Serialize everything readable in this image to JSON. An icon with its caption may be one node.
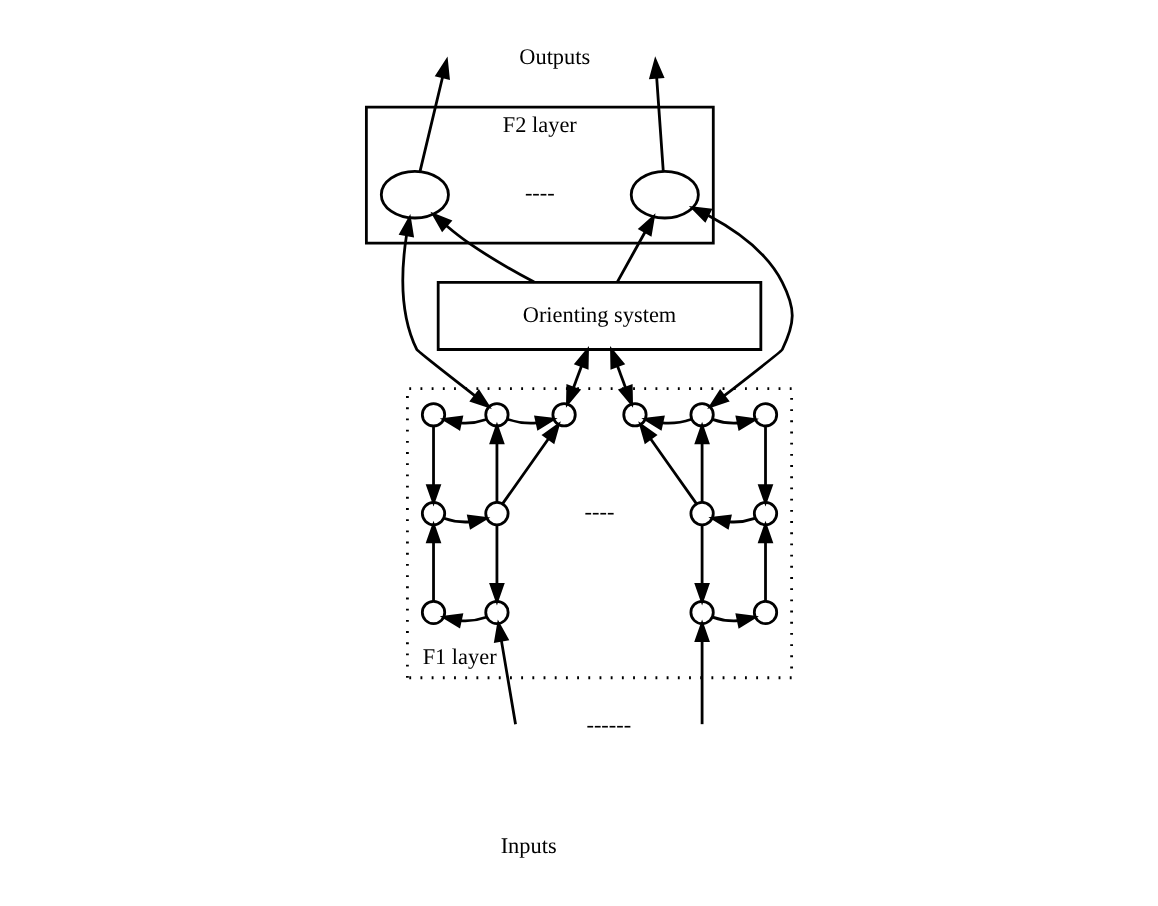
{
  "diagram": {
    "nodes": [
      {
        "text": [
          "F2 layer"
        ]
      },
      {
        "text": [],
        "shape": "ellipse",
        "in": 0
      },
      {
        "text": [],
        "shape": "ellipse",
        "in": 0
      },
      {
        "text": [
          "Orienting system"
        ]
      },
      {
        "text": [
          "F1 layer"
        ]
      },
      {
        "text": [],
        "shape": "circle",
        "in": 4
      },
      {
        "text": [],
        "shape": "circle",
        "in": 4
      },
      {
        "text": [],
        "shape": "circle",
        "in": 4
      },
      {
        "text": [],
        "shape": "circle",
        "in": 4
      },
      {
        "text": [],
        "shape": "circle",
        "in": 4
      },
      {
        "text": [],
        "shape": "circle",
        "in": 4
      },
      {
        "text": [],
        "shape": "circle",
        "in": 4
      },
      {
        "text": [],
        "shape": "circle",
        "in": 4
      },
      {
        "text": [],
        "shape": "circle",
        "in": 4
      },
      {
        "text": [],
        "shape": "circle",
        "in": 4
      },
      {
        "text": [],
        "shape": "circle",
        "in": 4
      },
      {
        "text": [],
        "shape": "circle",
        "in": 4
      },
      {
        "text": [],
        "shape": "circle",
        "in": 4
      },
      {
        "text": [],
        "shape": "circle",
        "in": 4
      }
    ],
    "edges": [
      {
        "from": 1,
        "to": null,
        "arrow": "to"
      },
      {
        "from": 2,
        "to": null,
        "arrow": "to"
      },
      {
        "from": 3,
        "to": 1,
        "arrow": "to"
      },
      {
        "from": 3,
        "to": 2,
        "arrow": "to"
      },
      {
        "from": 6,
        "to": 1,
        "arrow": "both"
      },
      {
        "from": 13,
        "to": 2,
        "arrow": "both"
      },
      {
        "from": 7,
        "to": 3,
        "arrow": "both"
      },
      {
        "from": 12,
        "to": 3,
        "arrow": "both"
      },
      {
        "from": 6,
        "to": 5,
        "arrow": "to"
      },
      {
        "from": 6,
        "to": 7,
        "arrow": "to"
      },
      {
        "from": 5,
        "to": 8,
        "arrow": "to"
      },
      {
        "from": 8,
        "to": 9,
        "arrow": "to"
      },
      {
        "from": 9,
        "to": 6,
        "arrow": "to"
      },
      {
        "from": 9,
        "to": 7,
        "arrow": "to"
      },
      {
        "from": 9,
        "to": 11,
        "arrow": "to"
      },
      {
        "from": 10,
        "to": 8,
        "arrow": "to"
      },
      {
        "from": 11,
        "to": 10,
        "arrow": "to"
      },
      {
        "from": null,
        "to": 11,
        "arrow": "to"
      },
      {
        "from": 13,
        "to": 12,
        "arrow": "to"
      },
      {
        "from": 13,
        "to": 14,
        "arrow": "to"
      },
      {
        "from": 14,
        "to": 16,
        "arrow": "to"
      },
      {
        "from": 16,
        "to": 15,
        "arrow": "to"
      },
      {
        "from": 15,
        "to": 13,
        "arrow": "to"
      },
      {
        "from": 15,
        "to": 12,
        "arrow": "to"
      },
      {
        "from": 15,
        "to": 17,
        "arrow": "to"
      },
      {
        "from": 18,
        "to": 16,
        "arrow": "to"
      },
      {
        "from": 17,
        "to": 18,
        "arrow": "to"
      },
      {
        "from": null,
        "to": 17,
        "arrow": "to"
      }
    ],
    "labels": [
      "Outputs",
      "----",
      "----",
      "------",
      "Inputs"
    ]
  }
}
